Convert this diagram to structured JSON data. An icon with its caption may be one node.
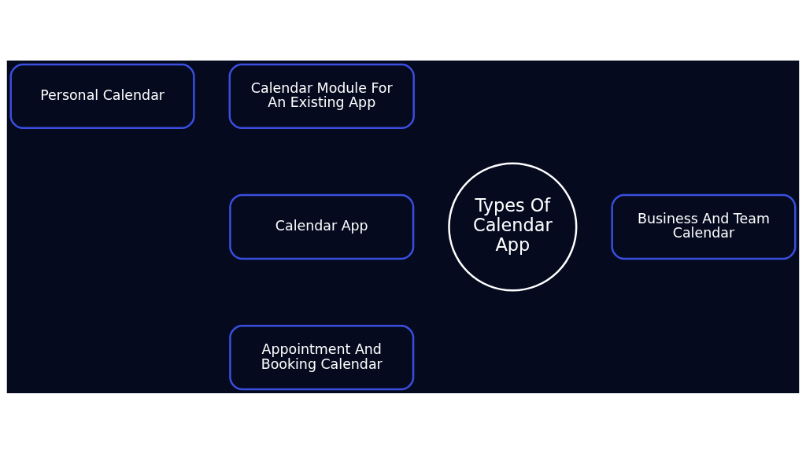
{
  "diagram": {
    "nodes": [
      {
        "text": [
          "Personal Calendar"
        ]
      },
      {
        "text": [
          "Calendar Module For An Existing App"
        ]
      },
      {
        "text": [
          "Types Of Calendar App"
        ]
      },
      {
        "text": [
          "Calendar App"
        ]
      },
      {
        "text": [
          "Business And Team Calendar"
        ]
      },
      {
        "text": [
          "Appointment And Booking Calendar"
        ]
      }
    ]
  }
}
